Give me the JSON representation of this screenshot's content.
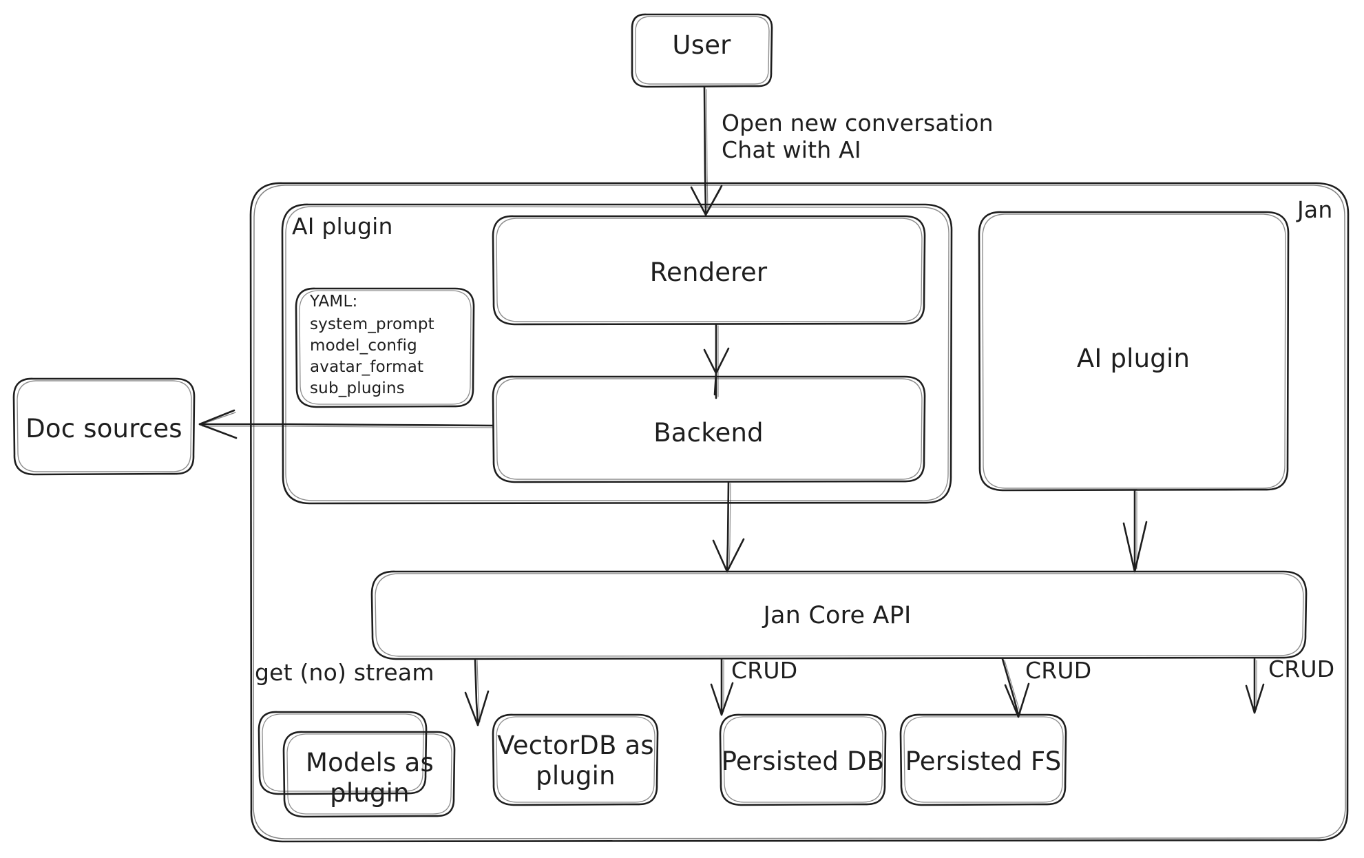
{
  "diagram": {
    "title": "Jan architecture",
    "style": "hand-drawn",
    "stroke_color": "#1e1e1e",
    "background_color": "#ffffff"
  },
  "containers": {
    "jan": {
      "label": "Jan"
    },
    "ai_plugin_group": {
      "label": "AI plugin"
    }
  },
  "nodes": {
    "user": {
      "label": "User"
    },
    "renderer": {
      "label": "Renderer"
    },
    "backend": {
      "label": "Backend"
    },
    "ai_plugin_right": {
      "label": "AI plugin"
    },
    "doc_sources": {
      "label": "Doc sources"
    },
    "jan_core_api": {
      "label": "Jan Core API"
    },
    "models_plugin": {
      "label": "Models as\nplugin"
    },
    "vectordb_plugin": {
      "label": "VectorDB as\nplugin"
    },
    "persisted_db": {
      "label": "Persisted DB"
    },
    "persisted_fs": {
      "label": "Persisted FS"
    }
  },
  "yaml_card": {
    "header": "YAML:",
    "keys": [
      "system_prompt",
      "model_config",
      "avatar_format",
      "sub_plugins"
    ]
  },
  "edge_labels": {
    "user_to_renderer": "Open new conversation\nChat with AI",
    "core_to_models": "get (no) stream",
    "core_to_vectordb": "CRUD",
    "core_to_persisted_db": "CRUD",
    "core_to_persisted_fs": "CRUD"
  },
  "edges": [
    {
      "from": "user",
      "to": "renderer",
      "label": "Open new conversation / Chat with AI"
    },
    {
      "from": "renderer",
      "to": "backend",
      "label": ""
    },
    {
      "from": "backend",
      "to": "doc_sources",
      "label": ""
    },
    {
      "from": "backend",
      "to": "jan_core_api",
      "label": ""
    },
    {
      "from": "ai_plugin_right",
      "to": "jan_core_api",
      "label": ""
    },
    {
      "from": "jan_core_api",
      "to": "models_plugin",
      "label": "get (no) stream"
    },
    {
      "from": "jan_core_api",
      "to": "vectordb_plugin",
      "label": "CRUD"
    },
    {
      "from": "jan_core_api",
      "to": "persisted_db",
      "label": "CRUD"
    },
    {
      "from": "jan_core_api",
      "to": "persisted_fs",
      "label": "CRUD"
    }
  ]
}
